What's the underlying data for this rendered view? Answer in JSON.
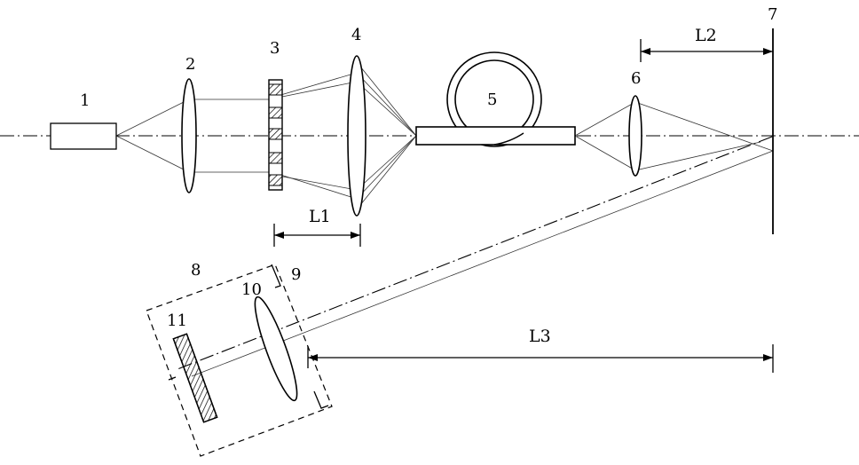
{
  "labels": {
    "laser": "1",
    "lens_collimator": "2",
    "grating_mask": "3",
    "lens_focus": "4",
    "fiber_coil": "5",
    "lens_output": "6",
    "screen": "7",
    "housing": "8",
    "housing_offset": "9",
    "lens_receiver": "10",
    "detector": "11"
  },
  "dimensions": {
    "l1": "L1",
    "l2": "L2",
    "l3": "L3"
  }
}
